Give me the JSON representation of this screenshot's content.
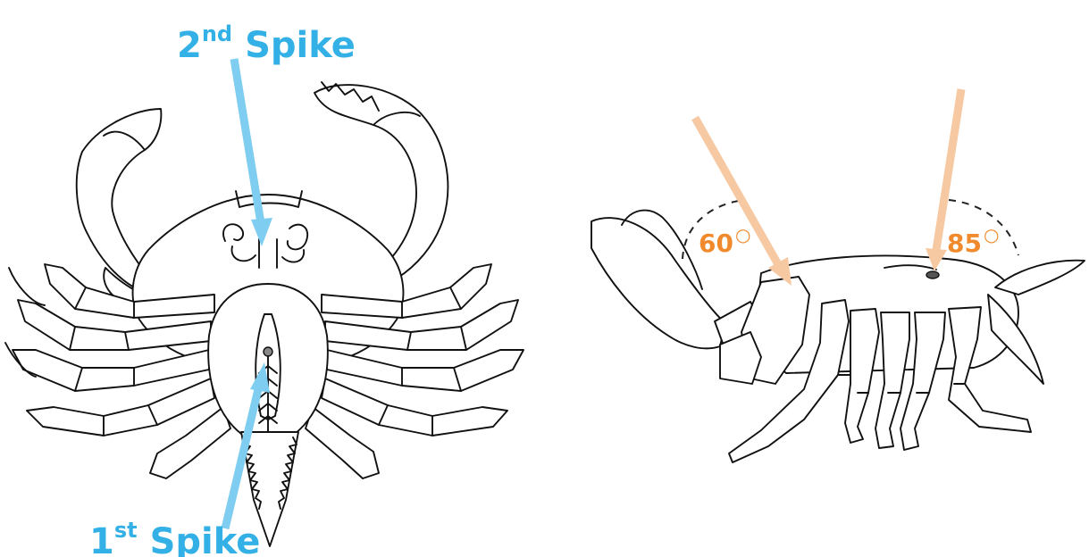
{
  "labels": {
    "first_spike": {
      "ordinal": "1",
      "suffix": "st",
      "word": "Spike"
    },
    "second_spike": {
      "ordinal": "2",
      "suffix": "nd",
      "word": "Spike"
    },
    "angle_front": {
      "value": "60",
      "unit": "○"
    },
    "angle_back": {
      "value": "85",
      "unit": "○"
    }
  },
  "colors": {
    "spike_label": "#33b1e6",
    "spike_arrow": "#7fcdf0",
    "angle_label": "#f08a2c",
    "angle_arrow": "#f6c9a3",
    "outline": "#111111"
  },
  "icons": {
    "dorsal_view": "crab-ventral-view-icon",
    "side_view": "crab-side-view-icon"
  }
}
